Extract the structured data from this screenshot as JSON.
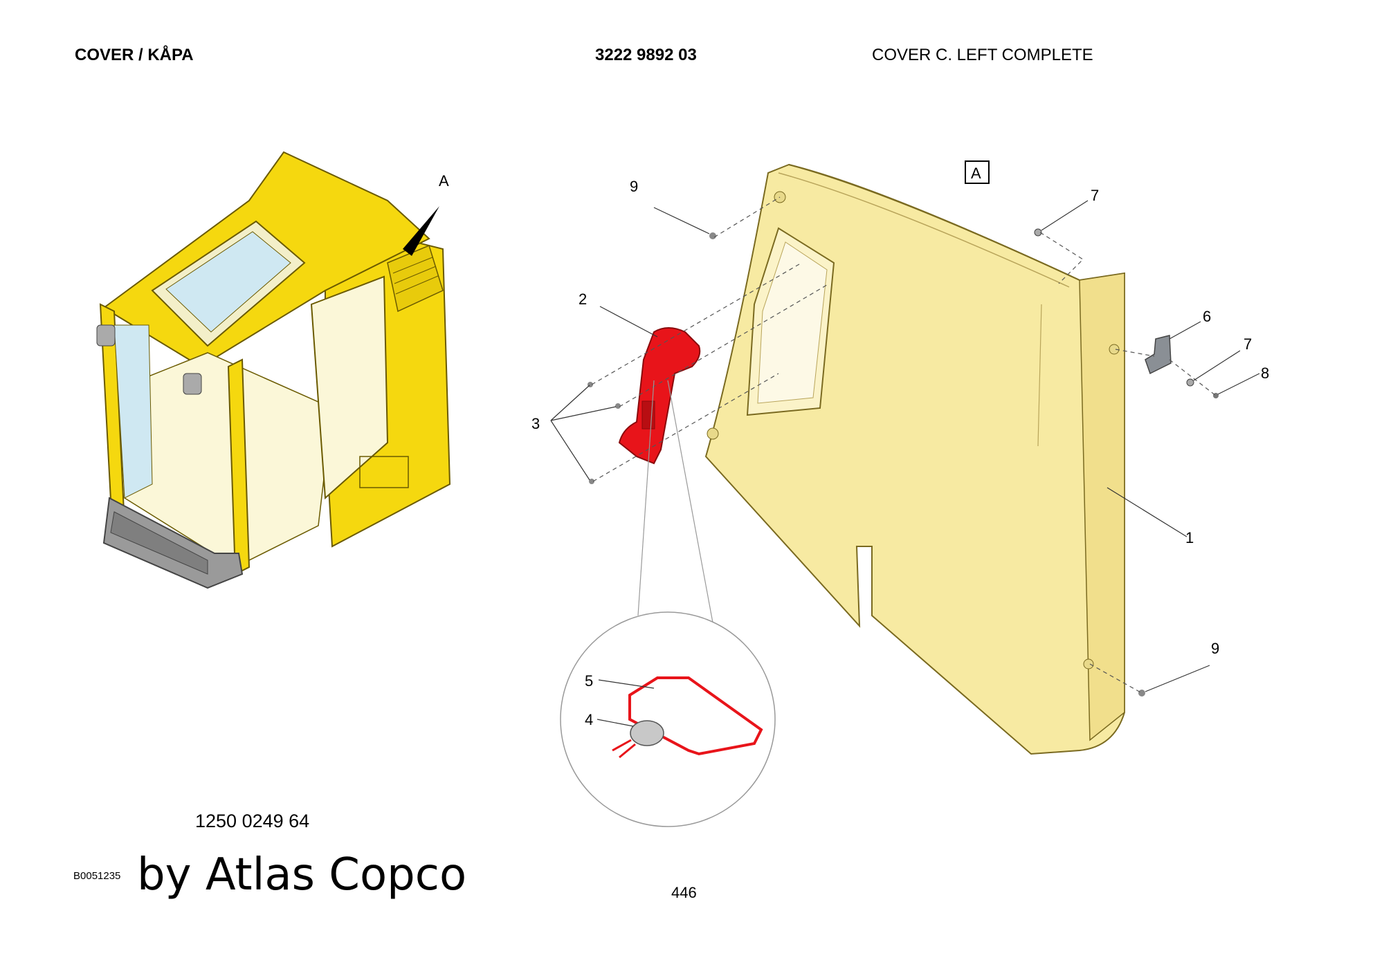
{
  "header": {
    "title_left": "COVER / KÅPA",
    "part_number": "3222 9892 03",
    "title_right": "COVER C. LEFT COMPLETE"
  },
  "footer": {
    "kit_number": "1250 0249 64",
    "drawing_ref": "B0051235",
    "watermark": "by Atlas Copco",
    "page_number": "446"
  },
  "view_label": "A",
  "detail_label": "A",
  "callouts": {
    "c1": "1",
    "c2": "2",
    "c3": "3",
    "c4": "4",
    "c5": "5",
    "c6": "6",
    "c7a": "7",
    "c7b": "7",
    "c8": "8",
    "c9a": "9",
    "c9b": "9"
  },
  "colors": {
    "cab_yellow": "#f5d80f",
    "panel_yellow": "#f7eaa2",
    "highlight_red": "#e8141a",
    "step_grey": "#9a9a9a"
  }
}
